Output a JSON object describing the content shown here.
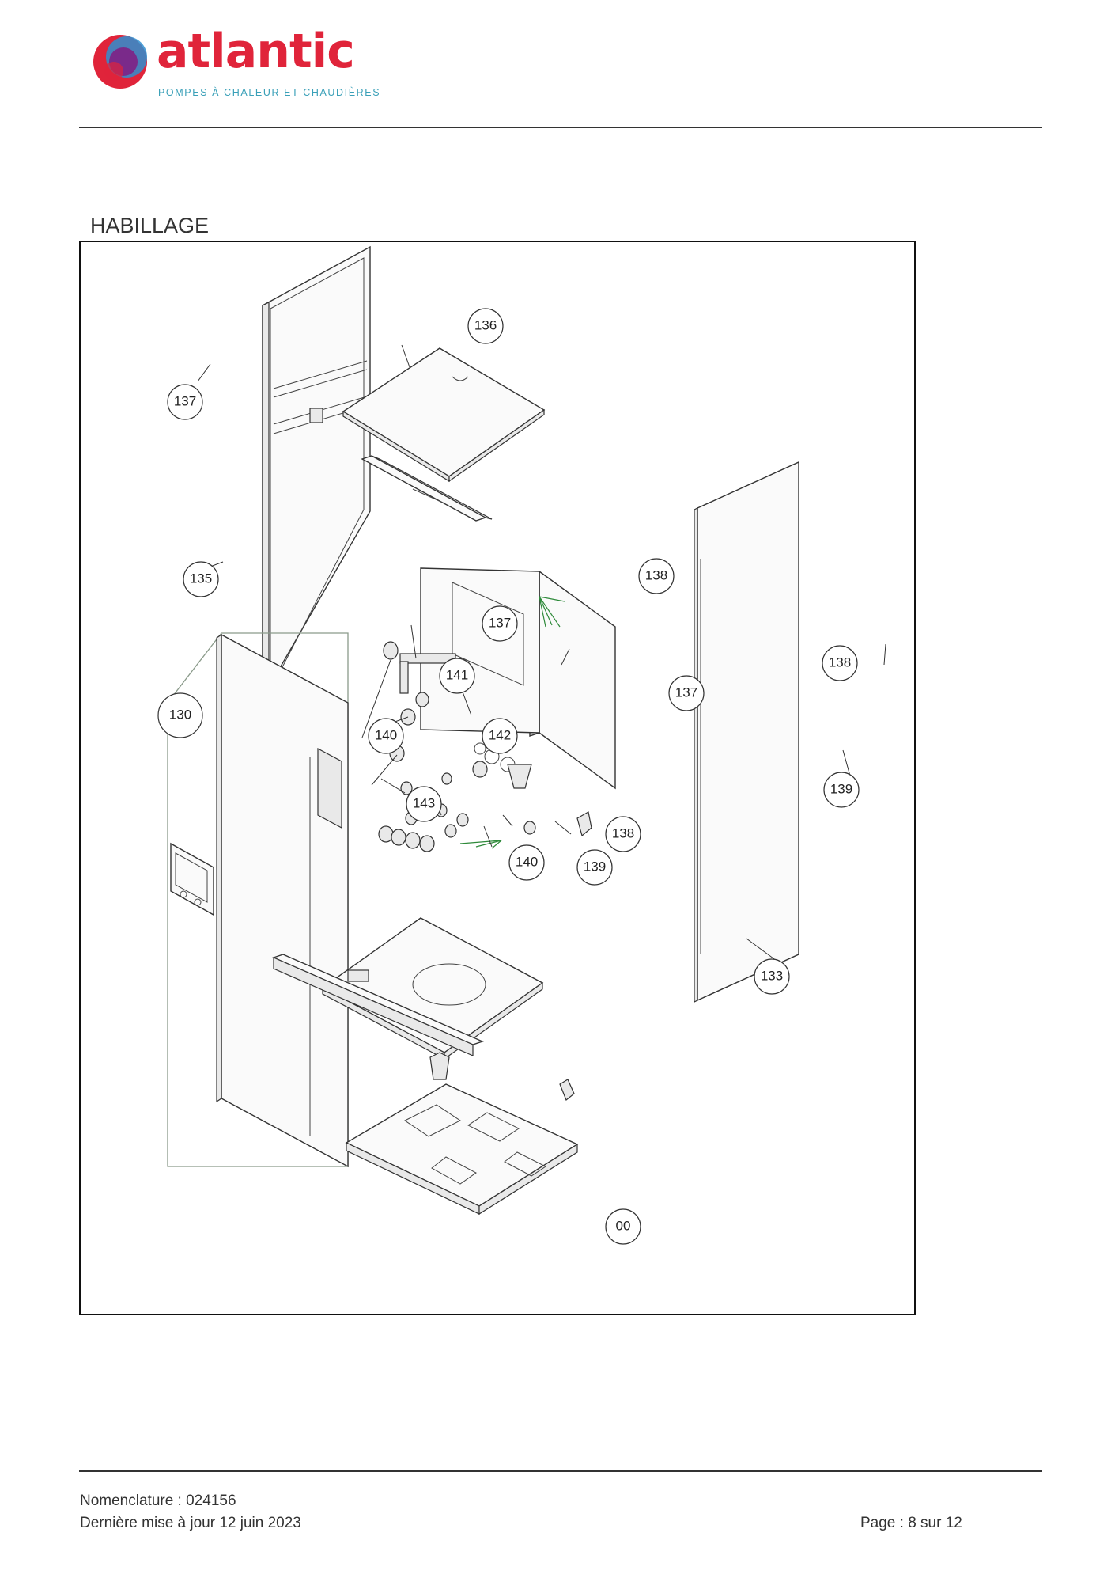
{
  "brand": {
    "name": "atlantic",
    "tagline": "POMPES À CHALEUR ET CHAUDIÈRES",
    "colors": {
      "primary": "#e0243a",
      "teal": "#3aa0b8",
      "purple": "#7a2a8a"
    }
  },
  "section_title": "HABILLAGE",
  "callouts": [
    "136",
    "137",
    "135",
    "138",
    "137",
    "141",
    "138",
    "137",
    "130",
    "140",
    "142",
    "143",
    "139",
    "138",
    "140",
    "139",
    "133",
    "00"
  ],
  "footer": {
    "nomenclature": "Nomenclature : 024156",
    "updated": "Dernière mise à jour 12 juin 2023",
    "page": "Page : 8 sur 12"
  }
}
